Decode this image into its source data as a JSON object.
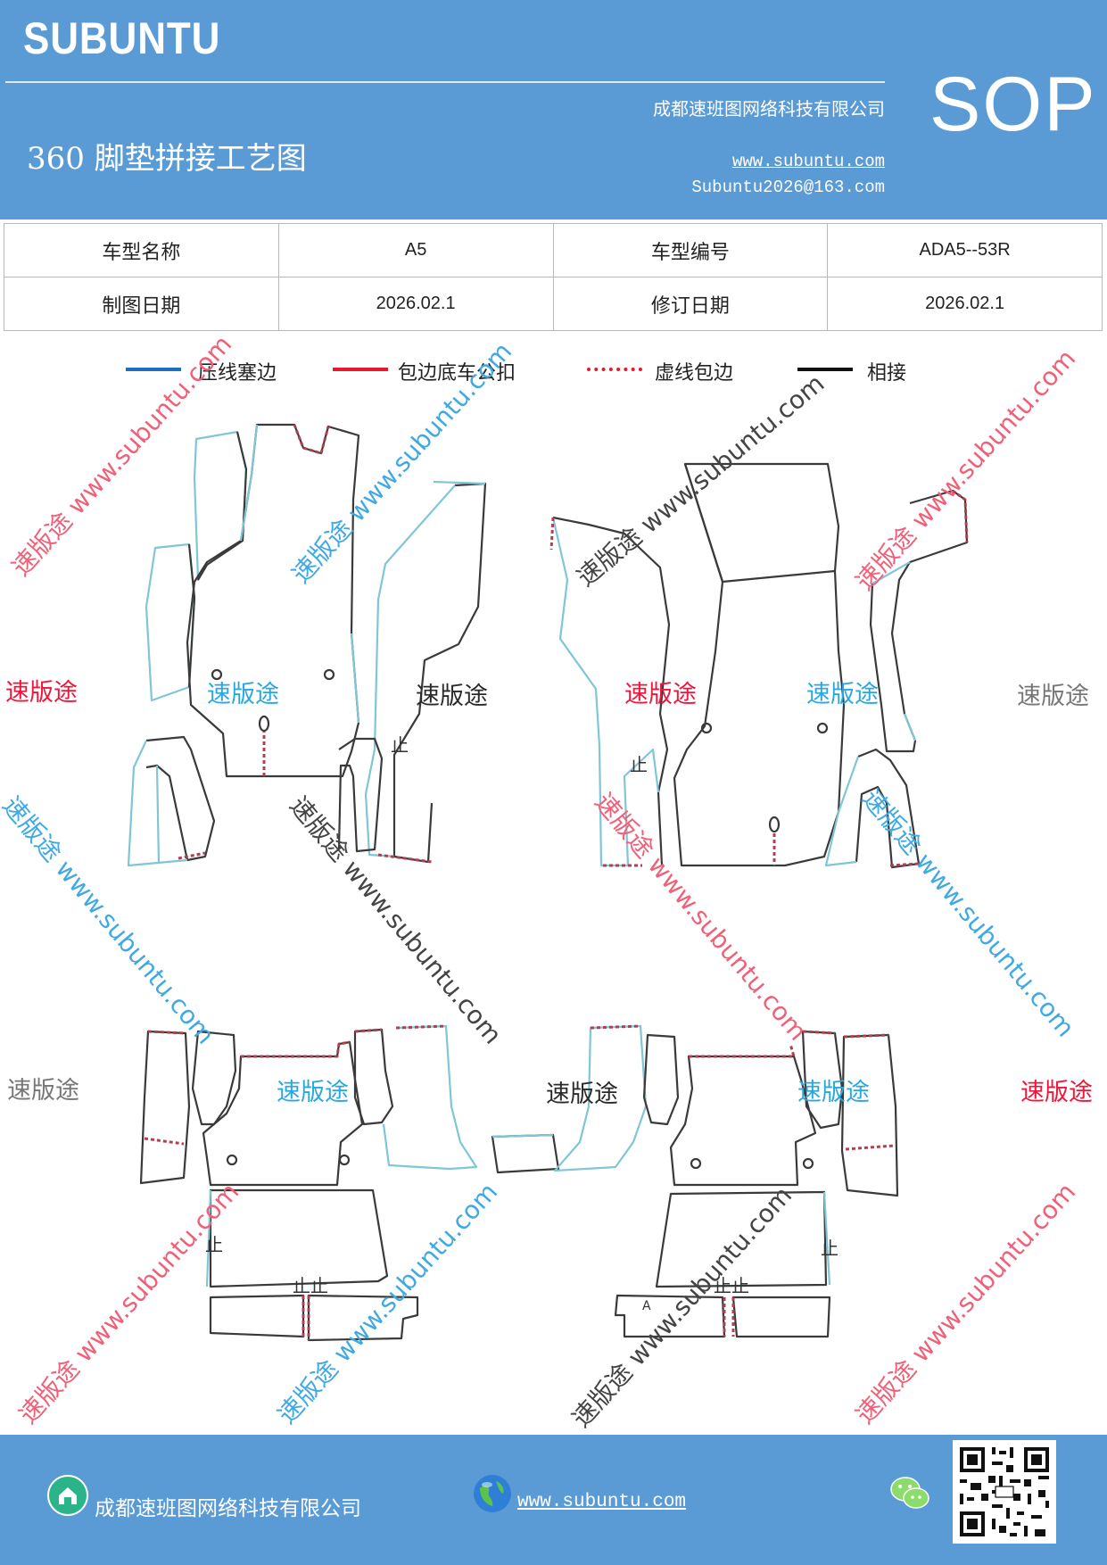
{
  "header": {
    "brand": "SUBUNTU",
    "company": "成都速班图网络科技有限公司",
    "title": "360 脚垫拼接工艺图",
    "website": "www.subuntu.com",
    "email": "Subuntu2026@163.com",
    "badge": "SOP"
  },
  "info_table": {
    "model_name_label": "车型名称",
    "model_name": "A5",
    "model_code_label": "车型编号",
    "model_code": "ADA5--53R",
    "draw_date_label": "制图日期",
    "draw_date": "2026.02.1",
    "revise_date_label": "修订日期",
    "revise_date": "2026.02.1"
  },
  "legend": [
    {
      "label": "压线塞边",
      "color": "#1f6fbf",
      "style": "solid"
    },
    {
      "label": "包边底车公扣",
      "color": "#e8182c",
      "style": "solid"
    },
    {
      "label": "虚线包边",
      "color": "#e8182c",
      "style": "dotted"
    },
    {
      "label": "相接",
      "color": "#111111",
      "style": "solid"
    }
  ],
  "watermarks": {
    "brand_cn": "速版途",
    "brand_full": "速版途 www.subuntu.com",
    "url": "www.subuntu.com"
  },
  "pattern_marks": {
    "notch": "止",
    "notch_pair": "止止",
    "arrow": "A"
  },
  "footer": {
    "company": "成都速班图网络科技有限公司",
    "website": "www.subuntu.com"
  },
  "colors": {
    "header_bg": "#5b9bd5",
    "outline_blue": "#7fc6d6",
    "outline_dark": "#3a3a3a",
    "edge_red": "#b04050"
  }
}
